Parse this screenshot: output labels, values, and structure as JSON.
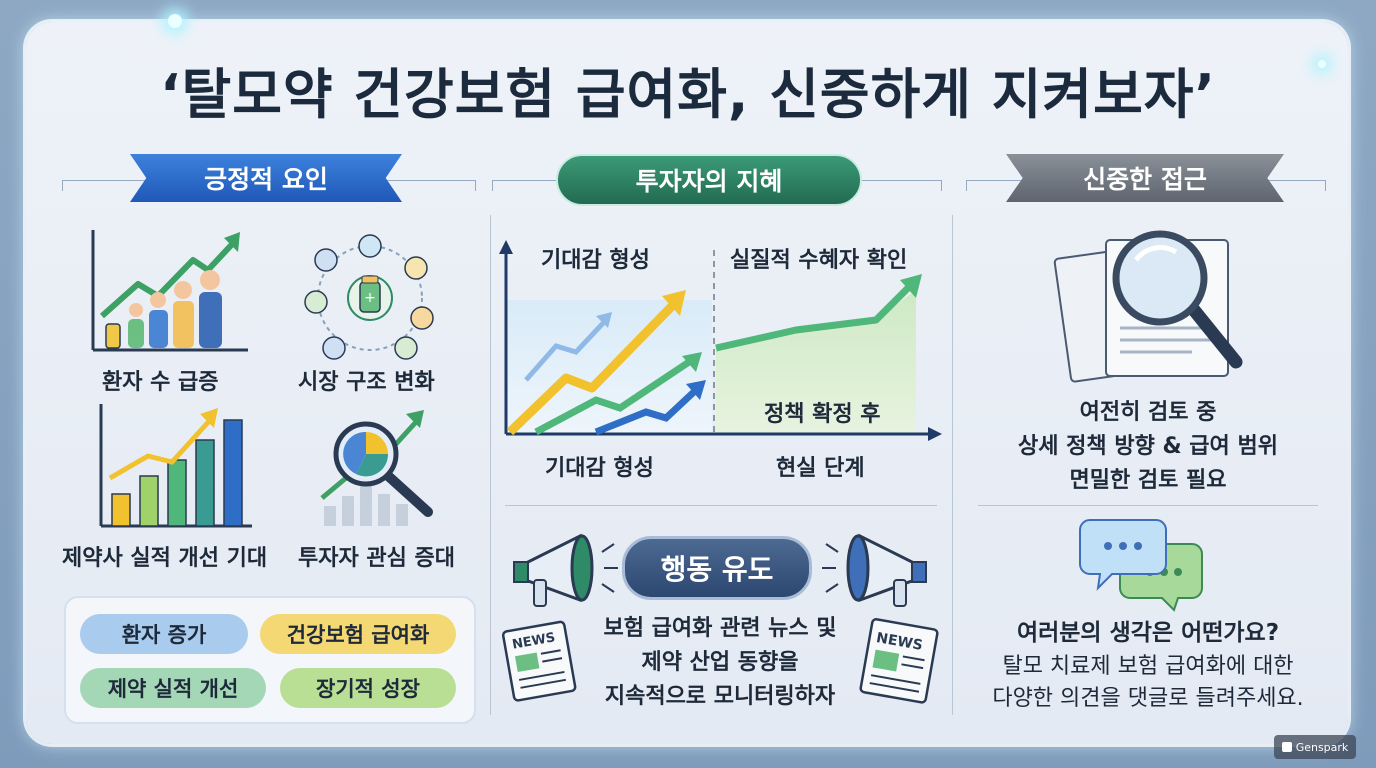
{
  "title": "‘탈모약 건강보험 급여화, 신중하게 지켜보자’",
  "headers": {
    "left": "긍정적 요인",
    "middle": "투자자의 지혜",
    "right": "신중한 접근"
  },
  "factors": [
    "환자 수 급증",
    "시장 구조 변화",
    "제약사 실적 개선 기대",
    "투자자 관심 증대"
  ],
  "summary_pills": [
    {
      "label": "환자 증가",
      "color": "#a9cbee"
    },
    {
      "label": "건강보험 급여화",
      "color": "#f4d873"
    },
    {
      "label": "제약 실적 개선",
      "color": "#a3d7b6"
    },
    {
      "label": "장기적 성장",
      "color": "#b8df94"
    }
  ],
  "timeline": {
    "top_left": "기대감 형성",
    "top_right": "실질적 수혜자 확인",
    "mid_right": "정책 확정 후",
    "bottom_left": "기대감 형성",
    "bottom_right": "현실 단계"
  },
  "action": {
    "badge": "행동 유도",
    "lines": [
      "보험 급여화 관련 뉴스 및",
      "제약 산업 동향을",
      "지속적으로 모니터링하자"
    ],
    "news_label": "NEWS"
  },
  "review": {
    "lines": [
      "여전히 검토 중",
      "상세 정책 방향 & 급여 범위",
      "면밀한 검토 필요"
    ]
  },
  "question": {
    "headline": "여러분의 생각은 어떤가요?",
    "lines": [
      "탈모 치료제 보험 급여화에 대한",
      "다양한 의견을 댓글로 들려주세요."
    ]
  },
  "watermark": "Genspark",
  "colors": {
    "blue": "#2a66c4",
    "green": "#2f8a68",
    "gray": "#6f7680",
    "yellow": "#f2c12e"
  }
}
